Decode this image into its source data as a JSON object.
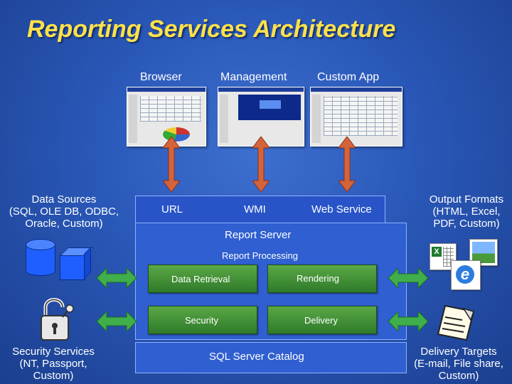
{
  "title": "Reporting Services Architecture",
  "clients": [
    {
      "label": "Browser"
    },
    {
      "label": "Management"
    },
    {
      "label": "Custom App"
    }
  ],
  "interfaces": {
    "url": "URL",
    "wmi": "WMI",
    "web_service": "Web Service"
  },
  "server": {
    "label": "Report Server",
    "processing_label": "Report Processing",
    "data_retrieval": "Data Retrieval",
    "rendering": "Rendering",
    "security": "Security",
    "delivery": "Delivery",
    "catalog": "SQL Server Catalog"
  },
  "data_sources": {
    "line1": "Data Sources",
    "line2": "(SQL, OLE DB, ODBC,",
    "line3": "Oracle, Custom)"
  },
  "output_formats": {
    "line1": "Output Formats",
    "line2": "(HTML, Excel,",
    "line3": "PDF, Custom)"
  },
  "security_services": {
    "line1": "Security Services",
    "line2": "(NT, Passport,",
    "line3": "Custom)"
  },
  "delivery_targets": {
    "line1": "Delivery Targets",
    "line2": "(E-mail, File share,",
    "line3": "Custom)"
  },
  "colors": {
    "title": "#ffe14a",
    "background": "#2a58b8",
    "arrow_client": "#d5633a",
    "arrow_green": "#3fae4b",
    "box_green": "#3e8f33"
  },
  "icons": [
    "database-icon",
    "cube-icon",
    "padlock-icon",
    "excel-icon",
    "image-icon",
    "browser-icon",
    "document-icon"
  ]
}
